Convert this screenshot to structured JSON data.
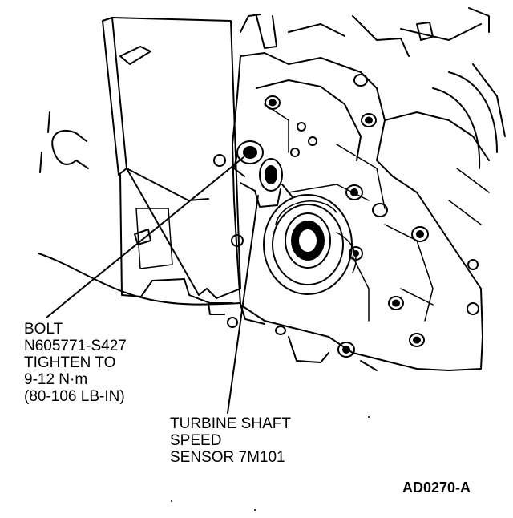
{
  "callouts": {
    "bolt": {
      "lines": [
        "BOLT",
        "N605771-S427",
        "TIGHTEN TO",
        "9-12 N·m",
        "(80-106 LB-IN)"
      ]
    },
    "sensor": {
      "lines": [
        "TURBINE SHAFT",
        "SPEED",
        "SENSOR 7M101"
      ]
    }
  },
  "figure_id": "AD0270-A",
  "colors": {
    "ink": "#000000",
    "paper": "#ffffff"
  }
}
